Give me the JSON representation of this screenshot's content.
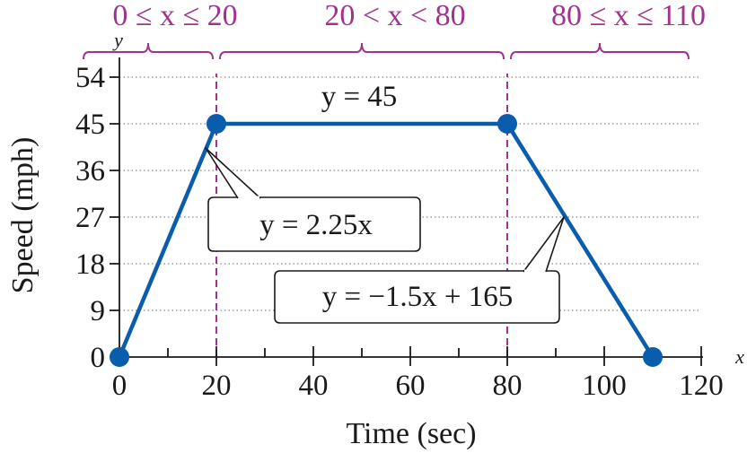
{
  "chart_data": {
    "type": "line",
    "xlabel": "Time (sec)",
    "ylabel": "Speed (mph)",
    "x_axis_letter": "x",
    "y_axis_letter": "y",
    "xlim": [
      0,
      120
    ],
    "ylim": [
      0,
      54
    ],
    "x_ticks": [
      0,
      20,
      40,
      60,
      80,
      100,
      120
    ],
    "x_tick_labels": [
      "0",
      "20",
      "40",
      "60",
      "80",
      "100",
      "120"
    ],
    "y_ticks": [
      0,
      9,
      18,
      27,
      36,
      45,
      54
    ],
    "y_tick_labels": [
      "0",
      "9",
      "18",
      "27",
      "36",
      "45",
      "54"
    ],
    "grid": "horizontal-dotted",
    "series": [
      {
        "x": [
          0,
          20,
          80,
          110
        ],
        "y": [
          0,
          45,
          45,
          0
        ],
        "color": "#0a5cad"
      }
    ],
    "points": [
      {
        "x": 0,
        "y": 0
      },
      {
        "x": 20,
        "y": 45
      },
      {
        "x": 80,
        "y": 45
      },
      {
        "x": 110,
        "y": 0
      }
    ],
    "boundaries": [
      20,
      80
    ],
    "domains": [
      {
        "label": "0 ≤  x ≤ 20",
        "from": 0,
        "to": 20
      },
      {
        "label": "20 <  x < 80",
        "from": 20,
        "to": 80
      },
      {
        "label": "80 ≤  x ≤ 110",
        "from": 80,
        "to": 110
      }
    ],
    "equations": [
      {
        "text": "y = 45",
        "boxed": false
      },
      {
        "text": "y = 2.25x",
        "boxed": true
      },
      {
        "text": "y = −1.5x + 165",
        "boxed": true
      }
    ]
  },
  "colors": {
    "line": "#0a5cad",
    "accent": "#a2328f",
    "axis": "#1a1a1a",
    "grid": "#8a8a8a"
  }
}
